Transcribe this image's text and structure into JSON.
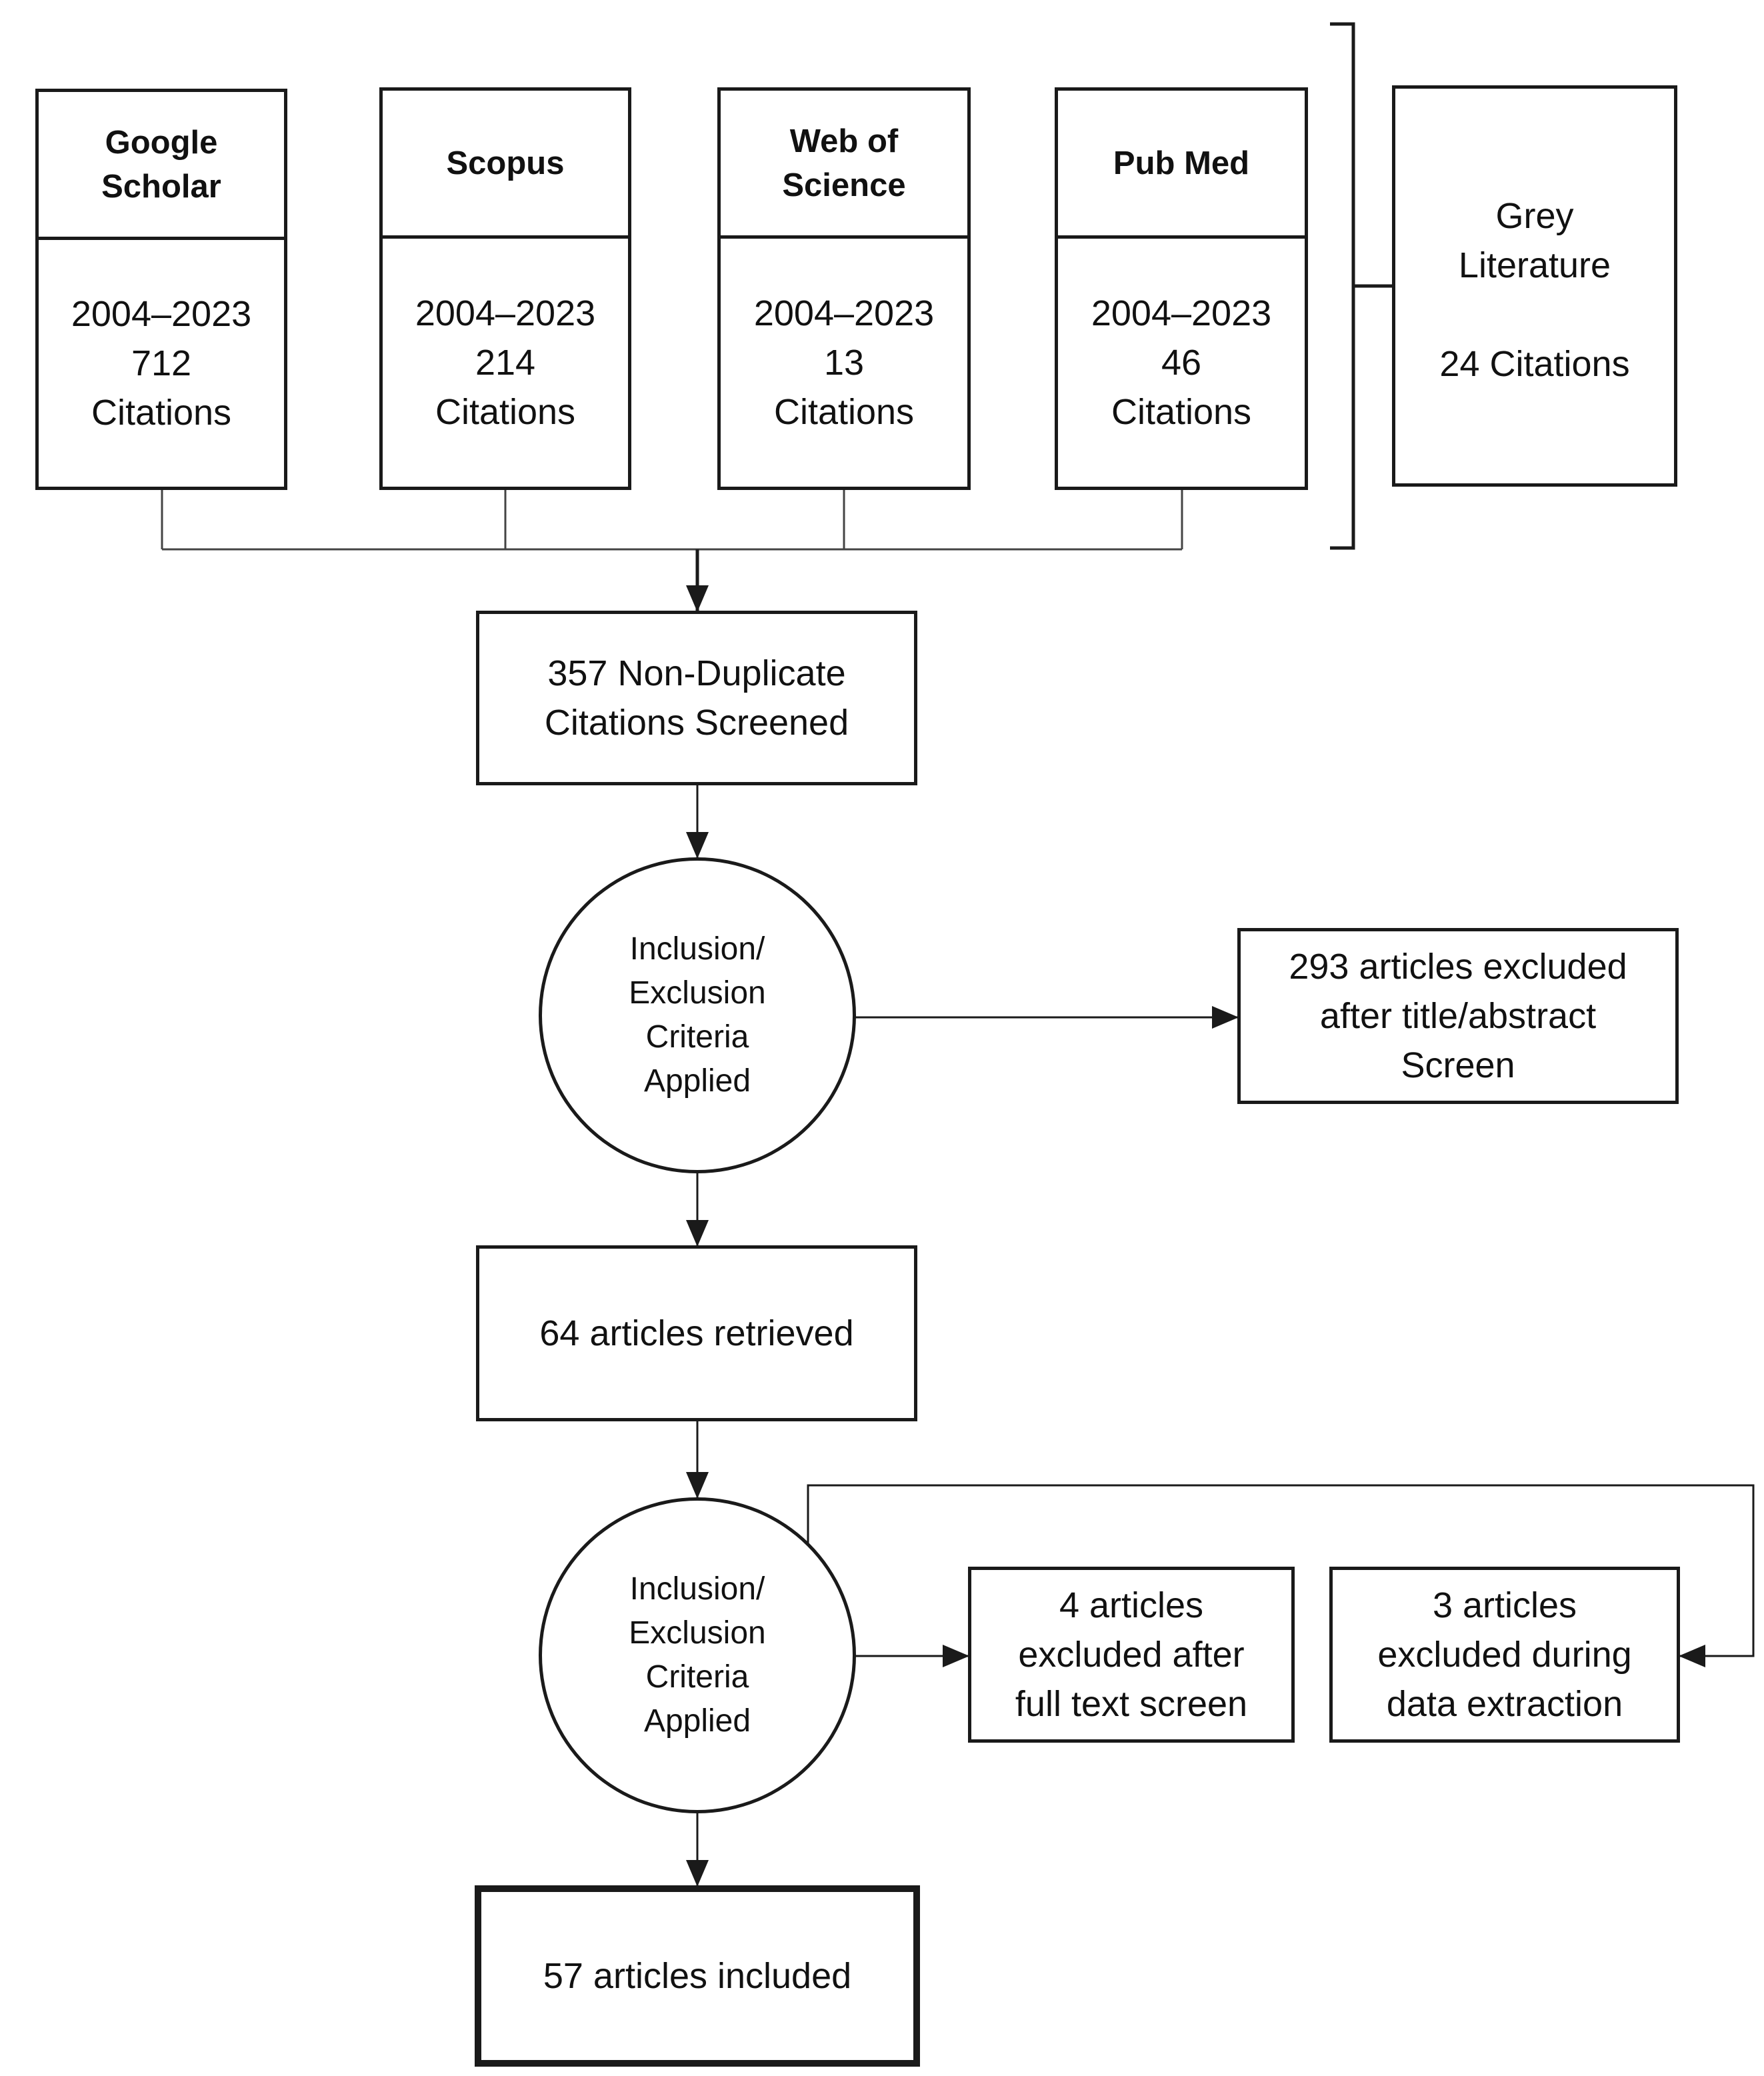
{
  "sources": [
    {
      "name_lines": [
        "Google",
        "Scholar"
      ],
      "years": "2004–2023",
      "count": "712",
      "unit": "Citations"
    },
    {
      "name_lines": [
        "Scopus"
      ],
      "years": "2004–2023",
      "count": "214",
      "unit": "Citations"
    },
    {
      "name_lines": [
        "Web of",
        "Science"
      ],
      "years": "2004–2023",
      "count": "13",
      "unit": "Citations"
    },
    {
      "name_lines": [
        "Pub Med"
      ],
      "years": "2004–2023",
      "count": "46",
      "unit": "Citations"
    }
  ],
  "grey_literature": {
    "lines": [
      "Grey",
      "Literature",
      "",
      "24 Citations"
    ]
  },
  "screened": {
    "lines": [
      "357 Non-Duplicate",
      "Citations Screened"
    ]
  },
  "criteria_1": {
    "lines": [
      "Inclusion/",
      "Exclusion",
      "Criteria",
      "Applied"
    ]
  },
  "excluded_title_abstract": {
    "lines": [
      "293 articles excluded",
      "after title/abstract",
      "Screen"
    ]
  },
  "retrieved": {
    "lines": [
      "64 articles retrieved"
    ]
  },
  "criteria_2": {
    "lines": [
      "Inclusion/",
      "Exclusion",
      "Criteria",
      "Applied"
    ]
  },
  "excluded_full_text": {
    "lines": [
      "4 articles",
      "excluded after",
      "full text screen"
    ]
  },
  "excluded_extraction": {
    "lines": [
      "3 articles",
      "excluded during",
      "data extraction"
    ]
  },
  "included": {
    "lines": [
      "57 articles included"
    ]
  }
}
